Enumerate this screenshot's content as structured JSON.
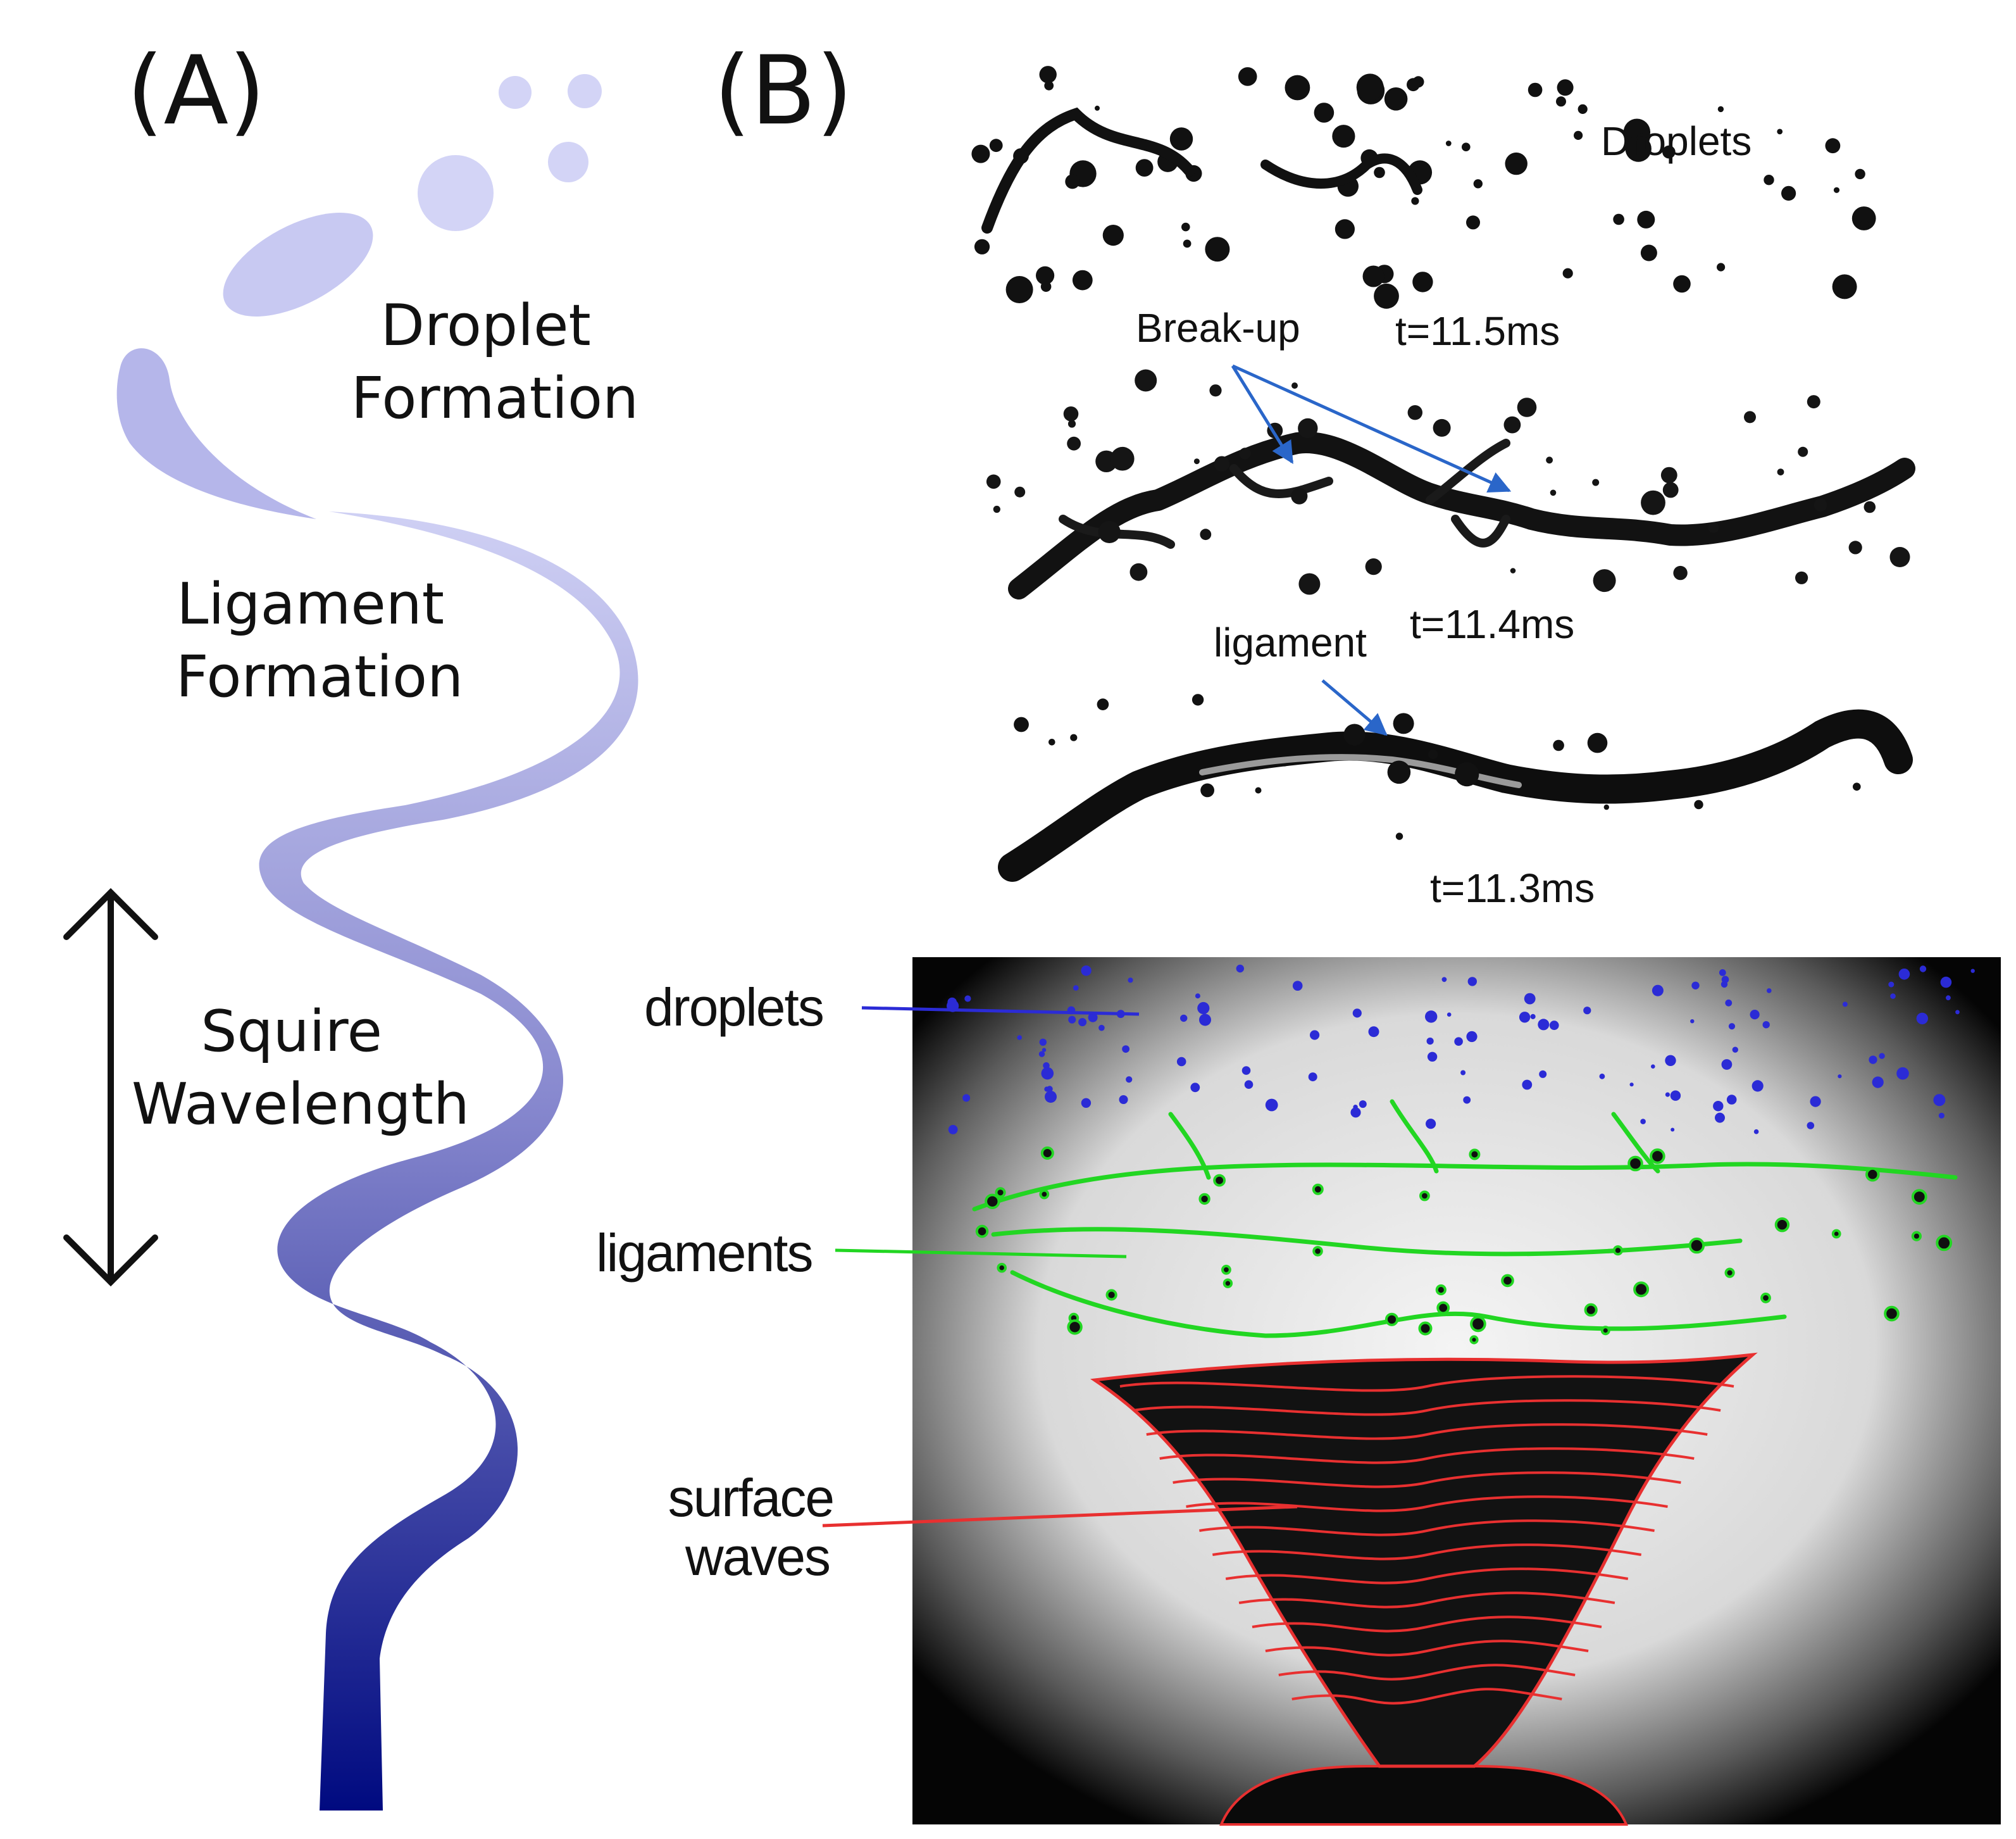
{
  "panels": {
    "a": {
      "label": "(A)"
    },
    "b": {
      "label": "(B)"
    }
  },
  "schematic": {
    "droplet_formation": [
      "Droplet",
      "Formation"
    ],
    "ligament_formation": [
      "Ligament",
      "Formation"
    ],
    "squire_wavelength": [
      "Squire",
      "Wavelength"
    ],
    "colors": {
      "light": "#cfd0f4",
      "dark": "#000a80"
    }
  },
  "frames": {
    "droplets_label": "Droplets",
    "breakup_label": "Break-up",
    "ligament_label": "ligament",
    "times": [
      "t=11.5ms",
      "t=11.4ms",
      "t=11.3ms"
    ],
    "arrow_color": "#2a66c9"
  },
  "photo": {
    "droplets": "droplets",
    "ligaments": "ligaments",
    "surface_waves": [
      "surface",
      "waves"
    ],
    "colors": {
      "droplets": "#2b2bd6",
      "ligaments": "#22d622",
      "surface_waves": "#e82424"
    }
  }
}
